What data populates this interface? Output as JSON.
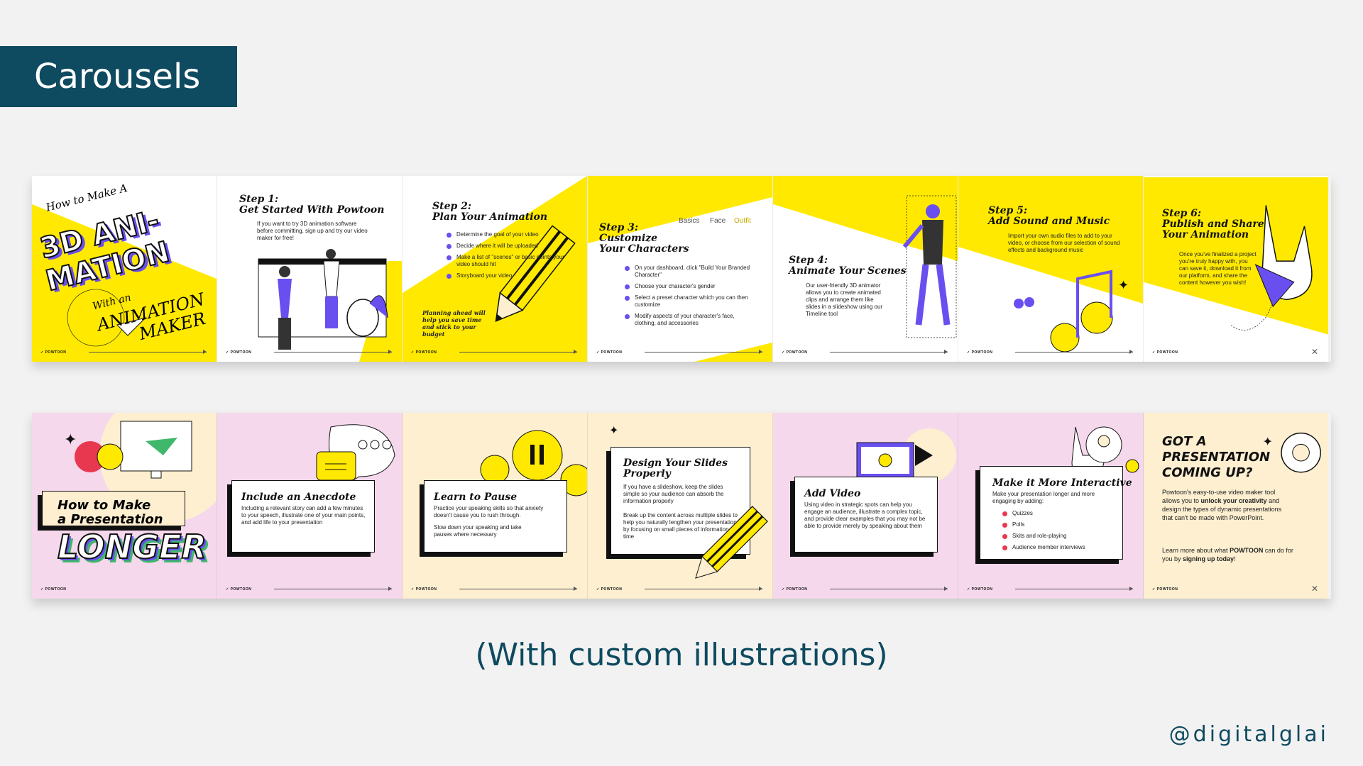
{
  "header": {
    "title": "Carousels"
  },
  "brand": "POWTOON",
  "colors": {
    "yellow": "#ffe900",
    "purple": "#6a4ff0",
    "pink": "#f6d8ec",
    "cream": "#fdefd0",
    "teal": "#0e4a60"
  },
  "carousel1": {
    "slide1": {
      "line1": "How to Make A",
      "big1": "3D ANI-",
      "big2": "MATION",
      "line2": "With an",
      "big3": "ANIMATION",
      "big4": "MAKER"
    },
    "slide2": {
      "title": "Step 1:\nGet Started With Powtoon",
      "body": "If you want to try 3D animation software before committing, sign up and try our video maker for free!"
    },
    "slide3": {
      "title": "Step 2:\nPlan Your Animation",
      "items": [
        "Determine the goal of your video",
        "Decide where it will be uploaded",
        "Make a list of \"scenes\" or basic points your video should hit",
        "Storyboard your video"
      ],
      "note": "Planning ahead will help you save time and stick to your budget"
    },
    "slide4": {
      "title": "Step 3:\nCustomize\nYour Characters",
      "tabs": [
        "Basics",
        "Face",
        "Outfit"
      ],
      "items": [
        "On your dashboard, click \"Build Your Branded Character\"",
        "Choose your character's gender",
        "Select a preset character which you can then customize",
        "Modify aspects of your character's face, clothing, and accessories"
      ]
    },
    "slide5": {
      "title": "Step 4:\nAnimate Your Scenes",
      "body": "Our user-friendly 3D animator allows you to create animated clips and arrange them like slides in a slideshow using our Timeline tool"
    },
    "slide6": {
      "title": "Step 5:\nAdd Sound and Music",
      "body": "Import your own audio files to add to your video, or choose from our selection of sound effects and background music"
    },
    "slide7": {
      "title": "Step 6:\nPublish and Share\nYour Animation",
      "body": "Once you've finalized a project you're truly happy with, you can save it, download it from our platform, and share the content however you wish!"
    }
  },
  "carousel2": {
    "slide1": {
      "line1": "How to Make",
      "line2": "a Presentation",
      "big": "LONGER"
    },
    "slide2": {
      "title": "Include an Anecdote",
      "body": "Including a relevant story can add a few minutes to your speech, illustrate one of your main points, and add life to your presentation"
    },
    "slide3": {
      "title": "Learn to Pause",
      "body1": "Practice your speaking skills so that anxiety doesn't cause you to rush through.",
      "body2": "Slow down your speaking and take pauses where necessary"
    },
    "slide4": {
      "title": "Design Your Slides\nProperly",
      "body1": "If you have a slideshow, keep the slides simple so your audience can absorb the information properly",
      "body2": "Break up the content across multiple slides to help you naturally lengthen your presentation by focusing on small pieces of information at a time"
    },
    "slide5": {
      "title": "Add Video",
      "body": "Using video in strategic spots can help you engage an audience, illustrate a complex topic, and provide clear examples that you may not be able to provide merely by speaking about them"
    },
    "slide6": {
      "title": "Make it More Interactive",
      "body": "Make your presentation longer and more engaging by adding:",
      "items": [
        "Quizzes",
        "Polls",
        "Skits and role-playing",
        "Audience member interviews"
      ]
    },
    "slide7": {
      "title": "GOT A\nPRESENTATION\nCOMING UP?",
      "body1a": "Powtoon's easy-to-use video maker tool allows you to ",
      "body1b": "unlock your creativity",
      "body1c": " and design the types of dynamic presentations that can't be made with PowerPoint.",
      "body2a": "Learn more about what ",
      "body2b": " can do for you by ",
      "body2c": "signing up today",
      "body2d": "!"
    }
  },
  "caption": "(With custom illustrations)",
  "handle": "@digitalglai"
}
